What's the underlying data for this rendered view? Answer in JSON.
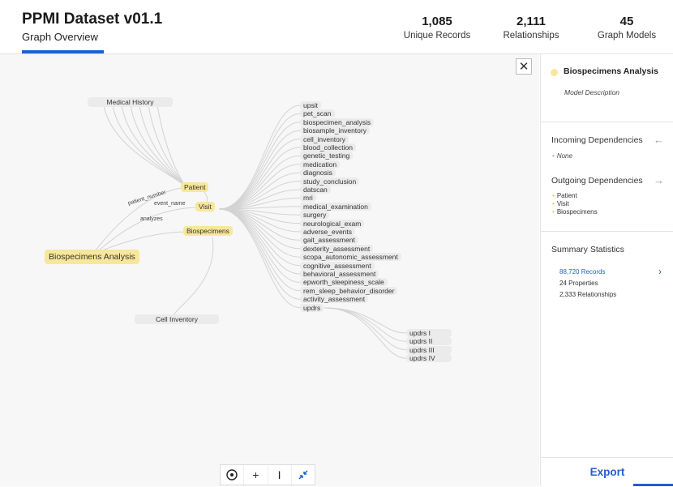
{
  "header": {
    "title": "PPMI Dataset v01.1",
    "tab": "Graph Overview",
    "stats": [
      {
        "value": "1,085",
        "label": "Unique Records"
      },
      {
        "value": "2,111",
        "label": "Relationships"
      },
      {
        "value": "45",
        "label": "Graph Models"
      }
    ]
  },
  "graph": {
    "root": "Biospecimens Analysis",
    "medical_history": "Medical History",
    "patient": "Patient",
    "visit": "Visit",
    "biospecimens": "Biospecimens",
    "cell_inventory": "Cell Inventory",
    "edge_labels": {
      "patient_number": "patient_number",
      "event_name": "event_name",
      "analyzes": "analyzes"
    },
    "visit_children": [
      "upsit",
      "pet_scan",
      "biospecimen_analysis",
      "biosample_inventory",
      "cell_inventory",
      "blood_collection",
      "genetic_testing",
      "medication",
      "diagnosis",
      "study_conclusion",
      "datscan",
      "mri",
      "medical_examination",
      "surgery",
      "neurological_exam",
      "adverse_events",
      "gait_assessment",
      "dexterity_assessment",
      "scopa_autonomic_assessment",
      "cognitive_assessment",
      "behavioral_assessment",
      "epworth_sleepiness_scale",
      "rem_sleep_behavior_disorder",
      "activity_assessment",
      "updrs"
    ],
    "updrs_children": [
      "updrs I",
      "updrs II",
      "updrs III",
      "updrs IV"
    ]
  },
  "toolbar": {
    "icons": [
      "target-icon",
      "plus-icon",
      "minus-icon",
      "collapse-icon"
    ],
    "plus": "+",
    "minus": "I"
  },
  "close": "✕",
  "panel": {
    "title": "Biospecimens Analysis",
    "description": "Model Description",
    "incoming_title": "Incoming Dependencies",
    "incoming_items": [
      "None"
    ],
    "outgoing_title": "Outgoing Dependencies",
    "outgoing_items": [
      "Patient",
      "Visit",
      "Biospecimens"
    ],
    "summary_title": "Summary Statistics",
    "records": "88,720 Records",
    "properties": "24 Properties",
    "relationships": "2,333 Relationships",
    "export": "Export",
    "arrow_left": "←",
    "arrow_right": "→",
    "chevron": "›"
  },
  "colors": {
    "accent": "#1f5fd1",
    "node_yellow": "#f8e79b",
    "node_gray": "#ebebeb"
  }
}
